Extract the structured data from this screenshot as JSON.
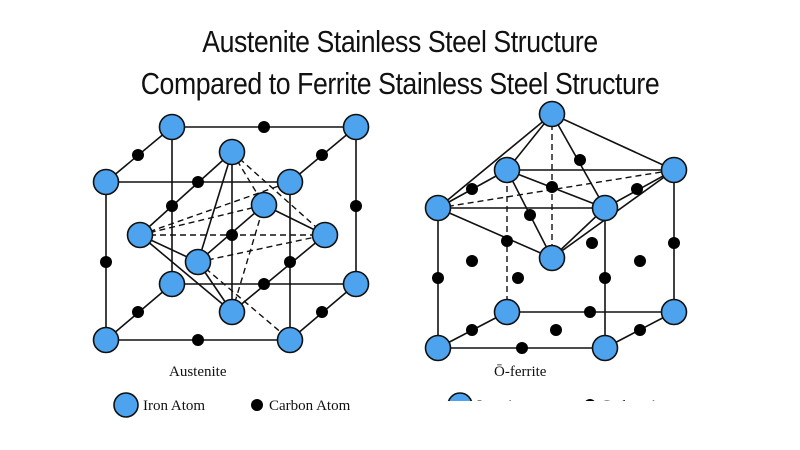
{
  "title": {
    "line1": "Austenite Stainless Steel Structure",
    "line2": "Compared to Ferrite Stainless Steel Structure"
  },
  "austenite": {
    "caption": "Austenite",
    "legend": {
      "iron": "Iron Atom",
      "carbon": "Carbon Atom"
    }
  },
  "ferrite": {
    "caption": "Ō-ferrite",
    "legend": {
      "iron": "Iron Atom",
      "carbon": "Carbon Atom"
    }
  },
  "colors": {
    "iron_fill": "#4da3ee",
    "iron_stroke": "#111111",
    "carbon_fill": "#000000",
    "line": "#111111"
  }
}
